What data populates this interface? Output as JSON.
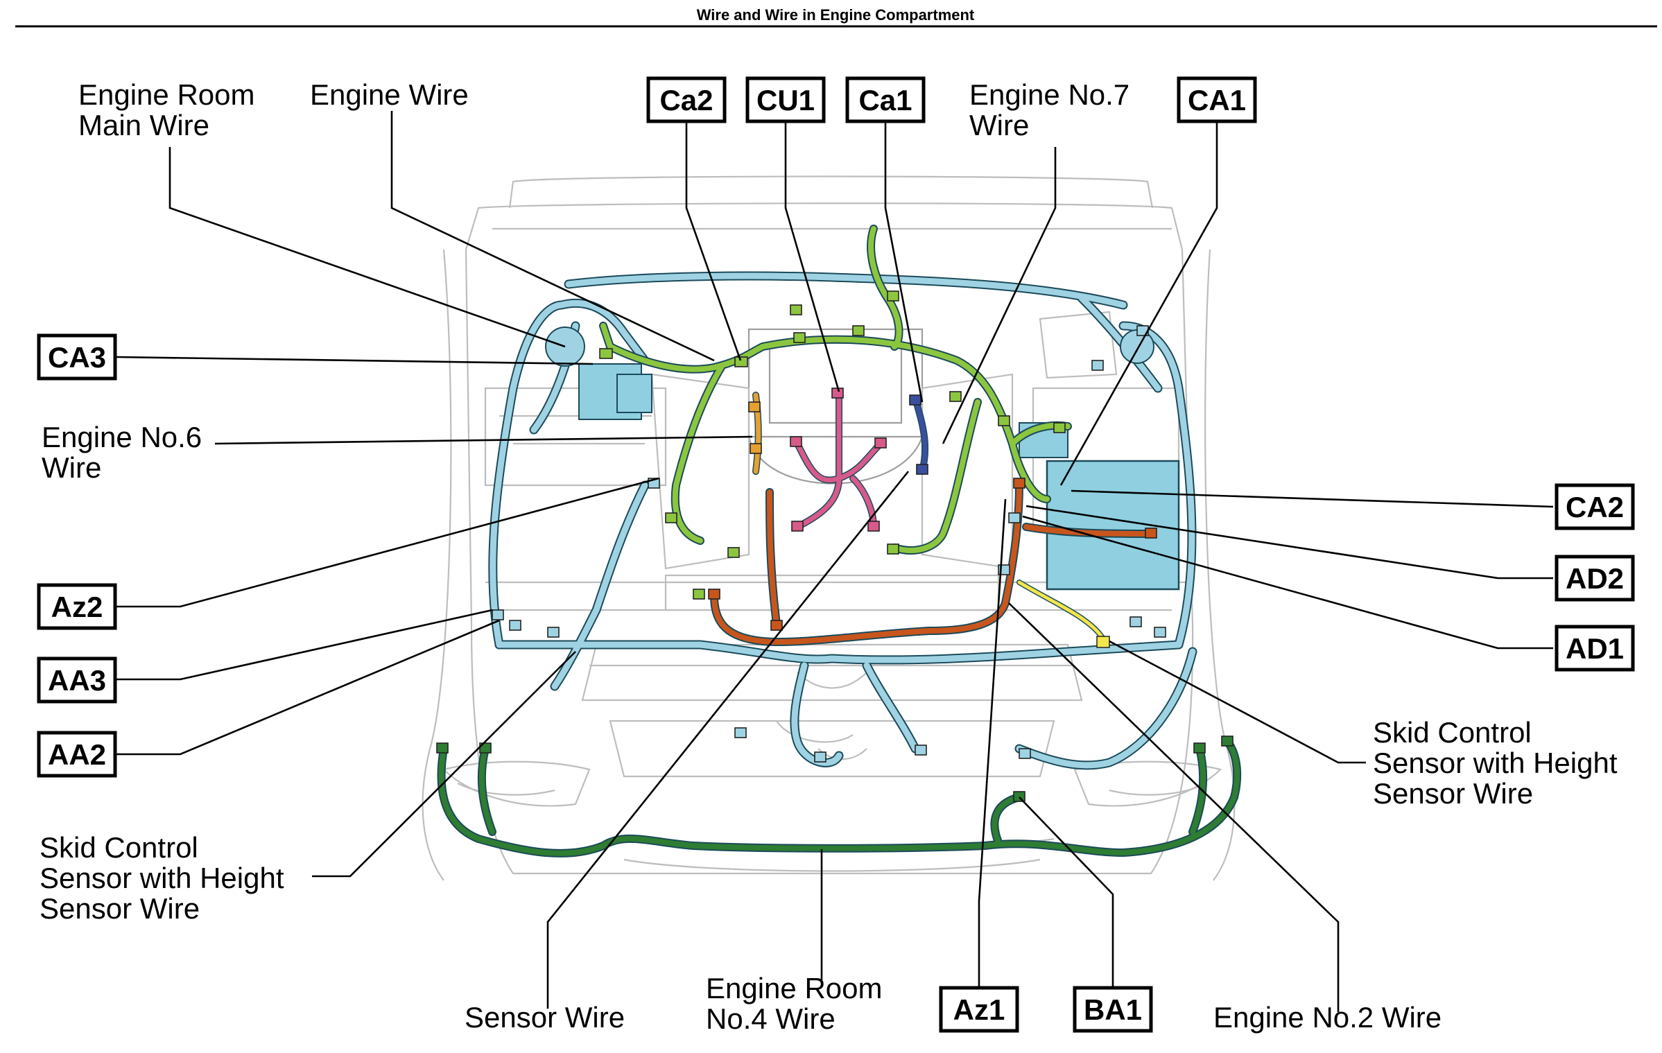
{
  "title": "Wire and Wire in Engine Compartment",
  "colors": {
    "blue_harness": "#9fd3e3",
    "green_harness": "#8cc63f",
    "dark_green_harness": "#2e7d32",
    "orange_harness": "#c8561c",
    "pink_harness": "#d85a8a",
    "navy_harness": "#3a4fa0",
    "yellow_harness": "#f2e64a",
    "gold_harness": "#e6a030",
    "ecu_box": "#8fcfe0",
    "outline": "#bdbdbd"
  },
  "labels": {
    "engine_room_main_wire": [
      "Engine Room",
      "Main Wire"
    ],
    "engine_wire": [
      "Engine Wire"
    ],
    "engine_no7_wire": [
      "Engine No.7",
      "Wire"
    ],
    "engine_no6_wire": [
      "Engine No.6",
      "Wire"
    ],
    "skid_control_right": [
      "Skid Control",
      "Sensor with Height",
      "Sensor Wire"
    ],
    "skid_control_left": [
      "Skid Control",
      "Sensor with Height",
      "Sensor Wire"
    ],
    "sensor_wire": [
      "Sensor Wire"
    ],
    "engine_room_no4_wire": [
      "Engine Room",
      "No.4 Wire"
    ],
    "engine_no2_wire": [
      "Engine No.2 Wire"
    ]
  },
  "connectors": {
    "ca2_upper": "Ca2",
    "cu1": "CU1",
    "ca1_lower": "Ca1",
    "ca1_upper": "CA1",
    "ca3": "CA3",
    "ca2_right": "CA2",
    "ad2": "AD2",
    "ad1": "AD1",
    "az2": "Az2",
    "aa3": "AA3",
    "aa2": "AA2",
    "az1": "Az1",
    "ba1": "BA1"
  }
}
